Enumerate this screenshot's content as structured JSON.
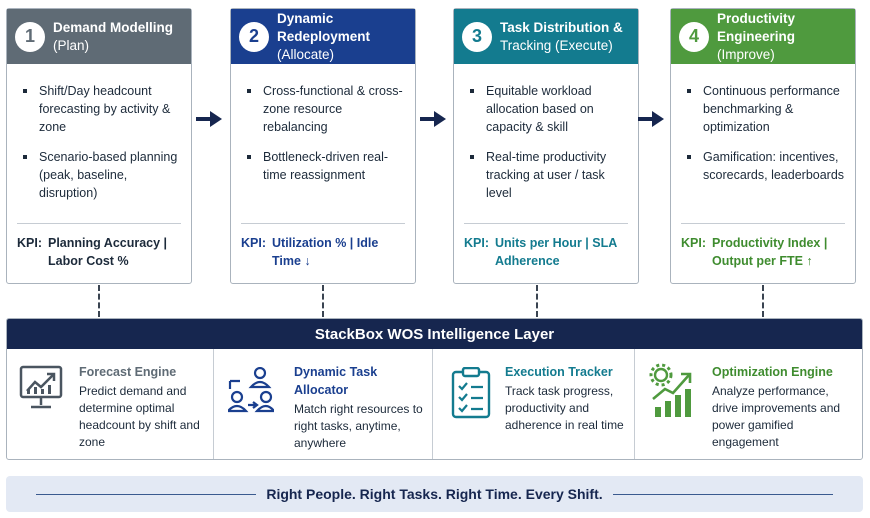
{
  "stages": [
    {
      "number": "1",
      "title": "Demand Modelling",
      "subtitle": "(Plan)",
      "color": "#5f6b75",
      "bullets": [
        "Shift/Day headcount forecasting by activity & zone",
        "Scenario-based planning (peak, baseline, disruption)"
      ],
      "kpi_label": "KPI:",
      "kpi_value": "Planning Accuracy | Labor Cost %"
    },
    {
      "number": "2",
      "title": "Dynamic Redeployment",
      "subtitle": "(Allocate)",
      "color": "#1a3f8f",
      "bullets": [
        "Cross-functional & cross-zone resource rebalancing",
        "Bottleneck-driven real-time reassignment"
      ],
      "kpi_label": "KPI:",
      "kpi_value": "Utilization % | Idle Time ↓"
    },
    {
      "number": "3",
      "title": "Task Distribution &",
      "subtitle": "Tracking (Execute)",
      "color": "#137b8f",
      "bullets": [
        "Equitable workload allocation based on capacity & skill",
        "Real-time productivity tracking at user / task level"
      ],
      "kpi_label": "KPI:",
      "kpi_value": "Units per Hour | SLA Adherence"
    },
    {
      "number": "4",
      "title": "Productivity Engineering",
      "subtitle": "(Improve)",
      "color": "#4f9a3e",
      "bullets": [
        "Continuous performance benchmarking & optimization",
        "Gamification: incentives, scorecards, leaderboards"
      ],
      "kpi_label": "KPI:",
      "kpi_value": "Productivity Index | Output per FTE ↑"
    }
  ],
  "layer": {
    "title": "StackBox WOS Intelligence Layer",
    "engines": [
      {
        "title": "Forecast Engine",
        "description": "Predict demand and determine optimal headcount by shift and zone",
        "icon": "monitor-chart-icon",
        "color": "#5f6b75"
      },
      {
        "title": "Dynamic Task Allocator",
        "description": "Match right resources to right tasks, anytime, anywhere",
        "icon": "people-transfer-icon",
        "color": "#1a3f8f"
      },
      {
        "title": "Execution Tracker",
        "description": "Track task progress, productivity and adherence in real time",
        "icon": "clipboard-checklist-icon",
        "color": "#137b8f"
      },
      {
        "title": "Optimization Engine",
        "description": "Analyze performance, drive improvements and power gamified engagement",
        "icon": "gear-growth-chart-icon",
        "color": "#4f9a3e"
      }
    ]
  },
  "footer": {
    "tagline": "Right People. Right Tasks. Right Time. Every Shift."
  }
}
